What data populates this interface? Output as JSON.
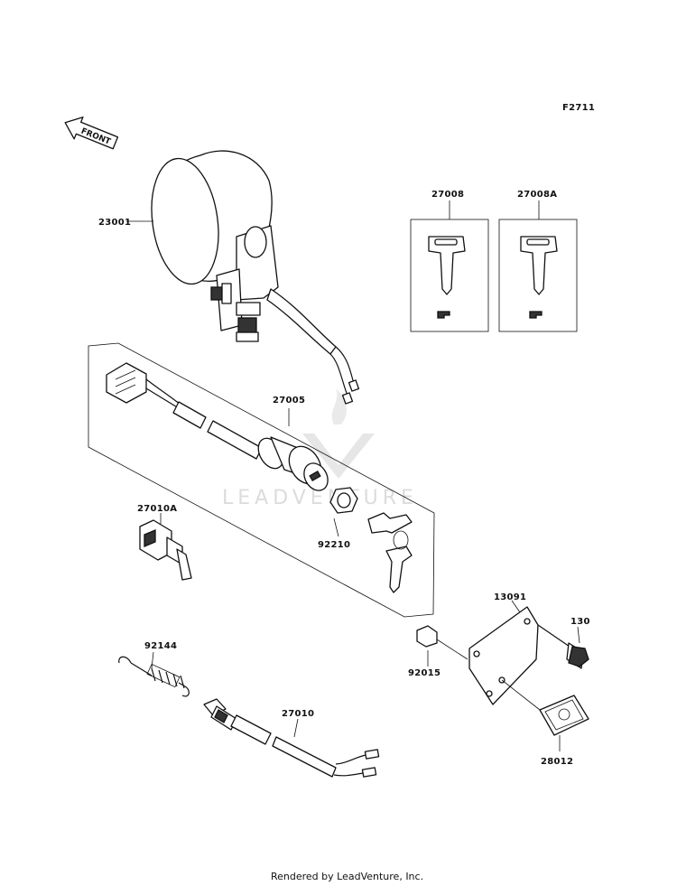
{
  "figure_code": "F2711",
  "front_arrow_label": "FRONT",
  "watermark": "LEADVENTURE",
  "footer": "Rendered by LeadVenture, Inc.",
  "parts": [
    {
      "id": "p23001",
      "number": "23001"
    },
    {
      "id": "p27008",
      "number": "27008"
    },
    {
      "id": "p27008A",
      "number": "27008A"
    },
    {
      "id": "p27005",
      "number": "27005"
    },
    {
      "id": "p27010A",
      "number": "27010A"
    },
    {
      "id": "p92210",
      "number": "92210"
    },
    {
      "id": "p13091",
      "number": "13091"
    },
    {
      "id": "p130",
      "number": "130"
    },
    {
      "id": "p92144",
      "number": "92144"
    },
    {
      "id": "p92015",
      "number": "92015"
    },
    {
      "id": "p27010",
      "number": "27010"
    },
    {
      "id": "p28012",
      "number": "28012"
    }
  ]
}
